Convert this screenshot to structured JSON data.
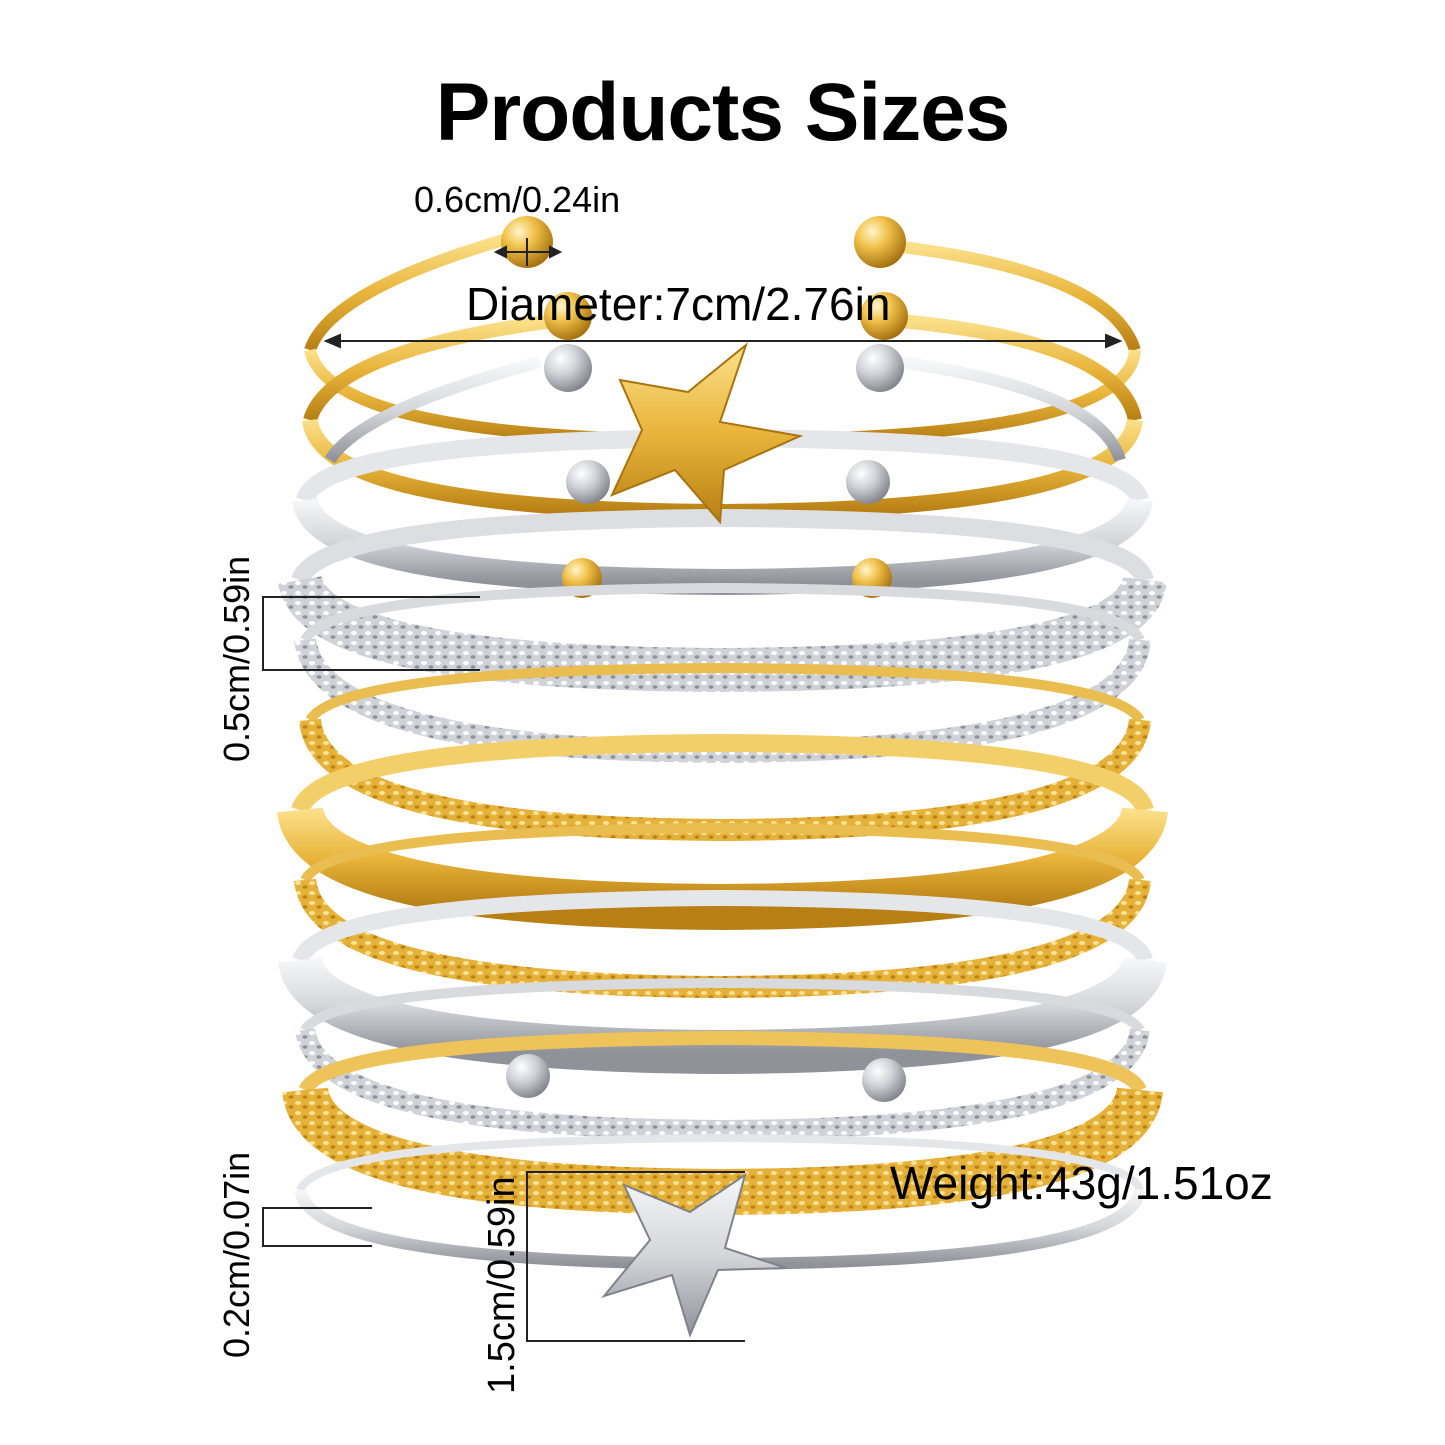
{
  "title": "Products Sizes",
  "labels": {
    "ball_width": "0.6cm/0.24in",
    "diameter": "Diameter:7cm/2.76in",
    "wide_bangle_width": "0.5cm/0.59in",
    "thin_bangle_width": "0.2cm/0.07in",
    "star_height": "1.5cm/0.59in",
    "weight": "Weight:43g/1.51oz"
  },
  "colors": {
    "gold": "#e8b43a",
    "gold_light": "#fbe08a",
    "gold_dark": "#b77f14",
    "silver": "#d4d6da",
    "silver_light": "#f6f7f8",
    "silver_dark": "#8f9399",
    "dimension_line": "#222222"
  }
}
